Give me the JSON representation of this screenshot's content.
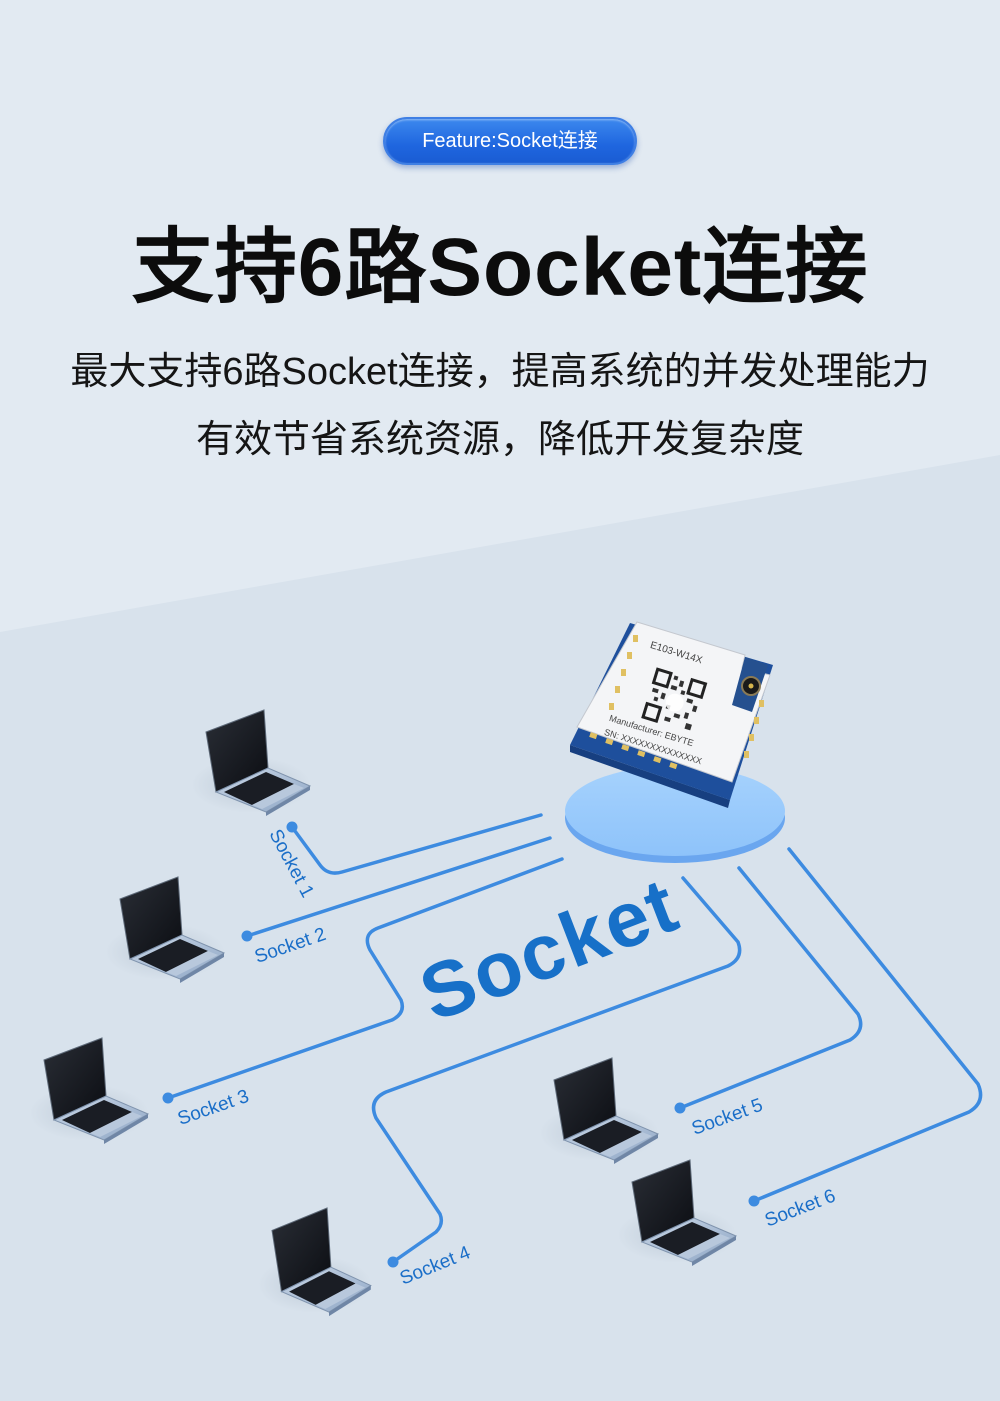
{
  "badge": {
    "label": "Feature:Socket连接"
  },
  "heading": {
    "title": "支持6路Socket连接",
    "subtitle_line1": "最大支持6路Socket连接，提高系统的并发处理能力",
    "subtitle_line2": "有效节省系统资源，降低开发复杂度"
  },
  "module": {
    "model": "E103-W14X",
    "manufacturer": "Manufacturer: EBYTE",
    "serial": "SN: XXXXXXXXXXXXXX"
  },
  "diagram": {
    "center_label": "Socket",
    "sockets": [
      {
        "label": "Socket 1"
      },
      {
        "label": "Socket 2"
      },
      {
        "label": "Socket 3"
      },
      {
        "label": "Socket 4"
      },
      {
        "label": "Socket 5"
      },
      {
        "label": "Socket 6"
      }
    ]
  },
  "colors": {
    "accent_blue": "#1a6ec8",
    "line_blue": "#3d8be0",
    "badge_blue": "#1f66df",
    "bg_top": "#e2eaf2",
    "bg_bottom": "#d8e2ec",
    "platform": "#94c8fb"
  }
}
